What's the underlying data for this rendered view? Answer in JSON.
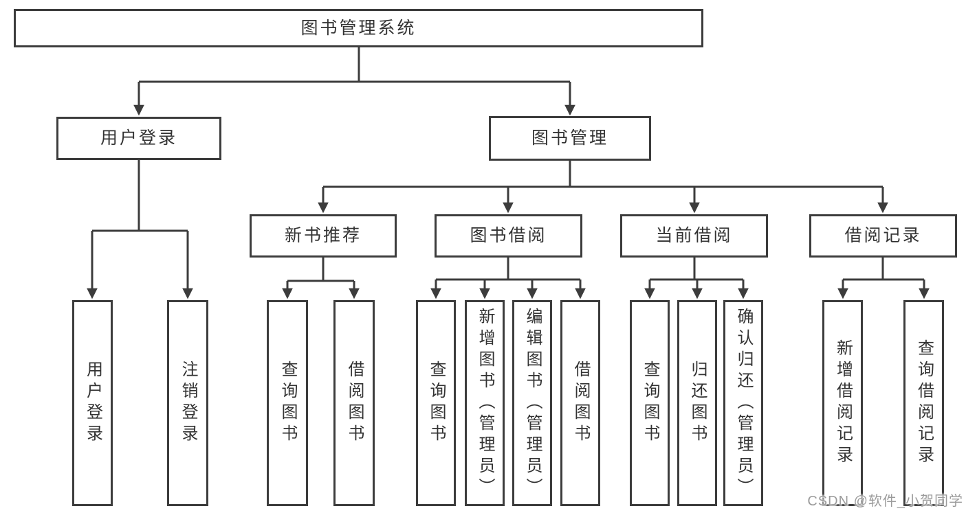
{
  "tree": {
    "root": {
      "label": "图书管理系统",
      "children": [
        {
          "label": "用户登录",
          "children": [
            {
              "label": "用户登录"
            },
            {
              "label": "注销登录"
            }
          ]
        },
        {
          "label": "图书管理",
          "children": [
            {
              "label": "新书推荐",
              "children": [
                {
                  "label": "查询图书"
                },
                {
                  "label": "借阅图书"
                }
              ]
            },
            {
              "label": "图书借阅",
              "children": [
                {
                  "label": "查询图书"
                },
                {
                  "label": "新增图书（管理员）"
                },
                {
                  "label": "编辑图书（管理员）"
                },
                {
                  "label": "借阅图书"
                }
              ]
            },
            {
              "label": "当前借阅",
              "children": [
                {
                  "label": "查询图书"
                },
                {
                  "label": "归还图书"
                },
                {
                  "label": "确认归还（管理员）"
                }
              ]
            },
            {
              "label": "借阅记录",
              "children": [
                {
                  "label": "新增借阅记录"
                },
                {
                  "label": "查询借阅记录"
                }
              ]
            }
          ]
        }
      ]
    }
  },
  "watermark": {
    "text": "CSDN @软件_小贺同学"
  },
  "colors": {
    "line": "#3c3c3c",
    "box_border": "#3c3c3c",
    "box_fill": "#ffffff",
    "text": "#333333",
    "watermark": "#9b9b9b",
    "background": "#ffffff"
  }
}
